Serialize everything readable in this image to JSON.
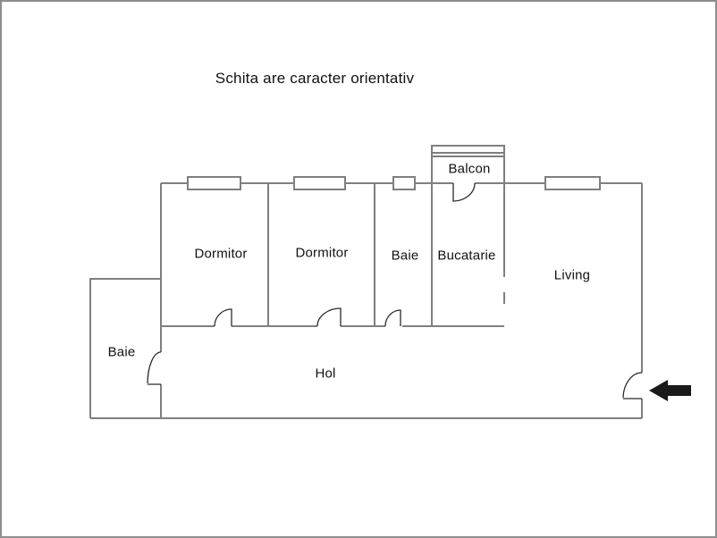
{
  "title": "Schita are caracter orientativ",
  "floorplan": {
    "rooms": [
      {
        "id": "balcon",
        "label": "Balcon"
      },
      {
        "id": "dormitor-1",
        "label": "Dormitor"
      },
      {
        "id": "dormitor-2",
        "label": "Dormitor"
      },
      {
        "id": "baie-top",
        "label": "Baie"
      },
      {
        "id": "bucatarie",
        "label": "Bucatarie"
      },
      {
        "id": "living",
        "label": "Living"
      },
      {
        "id": "baie-left",
        "label": "Baie"
      },
      {
        "id": "hol",
        "label": "Hol"
      }
    ],
    "features": {
      "windows_count": 4,
      "doors_count": 6,
      "entrance_icon": "arrow-left"
    }
  },
  "colors": {
    "background": "#ffffff",
    "page_border": "#8e8e8e",
    "wall": "#7f7f7f",
    "door": "#2b2b2b",
    "arrow": "#1a1a1a",
    "text": "#111111"
  }
}
